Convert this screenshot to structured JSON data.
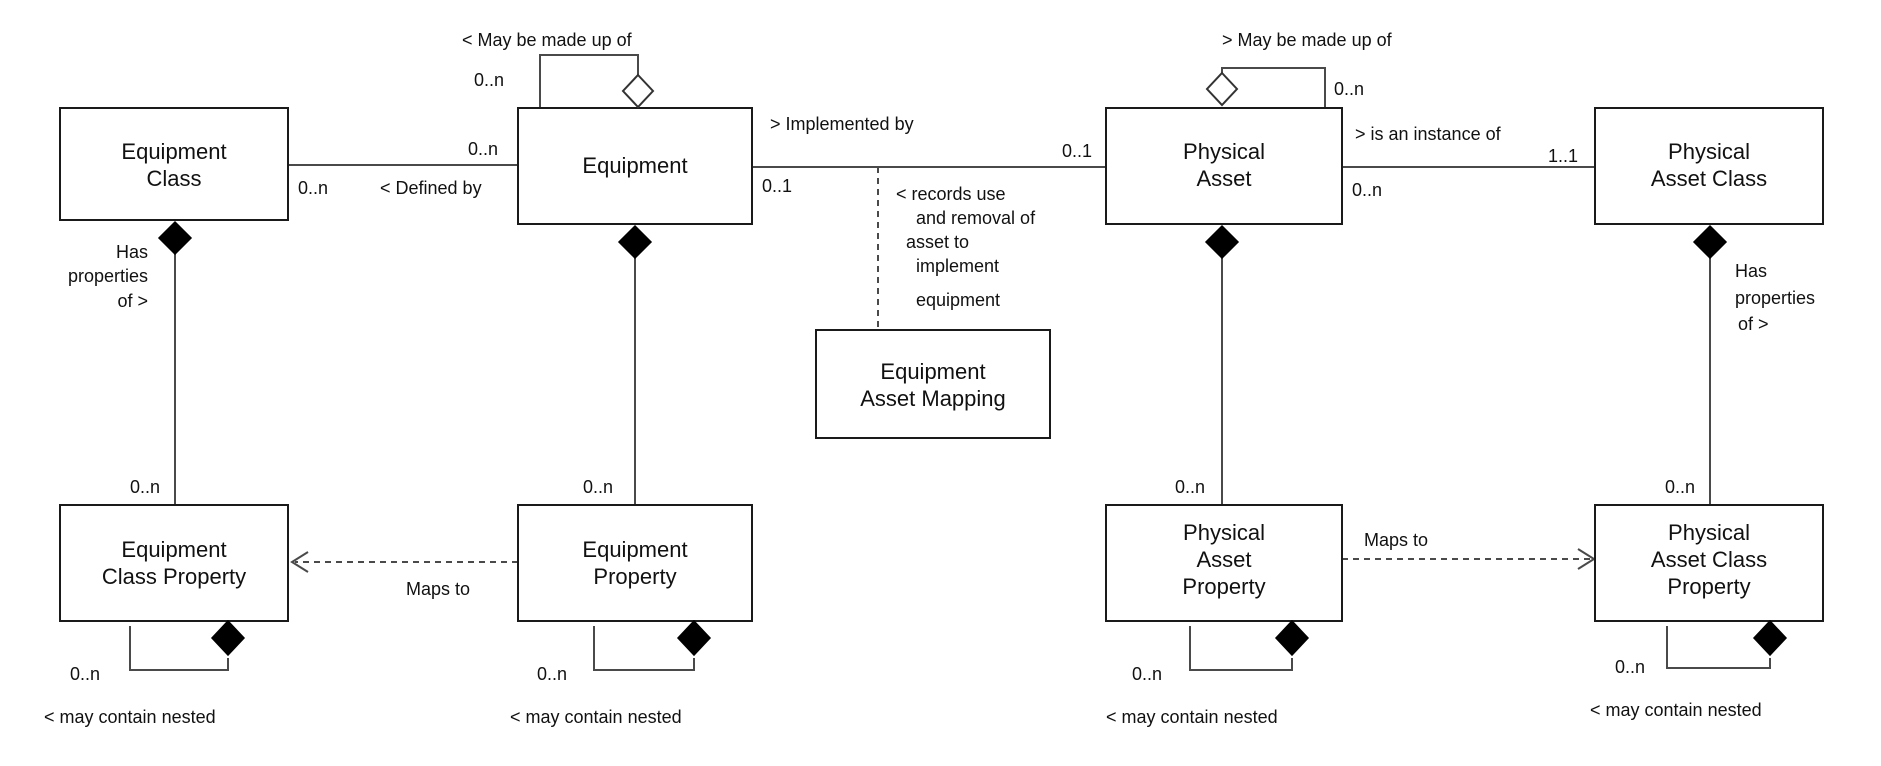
{
  "classes": {
    "equipment_class": [
      "Equipment",
      "Class"
    ],
    "equipment": [
      "Equipment"
    ],
    "equipment_asset_mapping": [
      "Equipment",
      "Asset Mapping"
    ],
    "physical_asset": [
      "Physical",
      "Asset"
    ],
    "physical_asset_class": [
      "Physical",
      "Asset Class"
    ],
    "equipment_class_property": [
      "Equipment",
      "Class Property"
    ],
    "equipment_property": [
      "Equipment",
      "Property"
    ],
    "physical_asset_property": [
      "Physical",
      "Asset",
      "Property"
    ],
    "physical_asset_class_property": [
      "Physical",
      "Asset Class",
      "Property"
    ]
  },
  "associations": {
    "equipment_made_up_of": {
      "label": "< May be made up of",
      "mult": "0..n"
    },
    "physical_asset_made_up_of": {
      "label": "> May be made up of",
      "mult": "0..n"
    },
    "defined_by": {
      "label": "< Defined by",
      "mult_class": "0..n",
      "mult_equipment": "0..n"
    },
    "implemented_by": {
      "label": "> Implemented by",
      "mult_equipment": "0..1",
      "mult_asset": "0..1"
    },
    "records_use": {
      "label": [
        "< records use",
        "and removal of",
        "asset to",
        "implement",
        "equipment"
      ]
    },
    "instance_of": {
      "label": "> is an instance of",
      "mult_asset": "0..n",
      "mult_class": "1..1"
    },
    "ec_has_properties": {
      "label": [
        "Has",
        "properties",
        "of >"
      ],
      "mult": "0..n"
    },
    "eq_properties": {
      "mult": "0..n"
    },
    "pa_properties": {
      "mult": "0..n"
    },
    "pac_has_properties": {
      "label": [
        "Has",
        "properties",
        "of >"
      ],
      "mult": "0..n"
    },
    "eq_maps_to": {
      "label": "Maps to"
    },
    "pa_maps_to": {
      "label": "Maps to"
    },
    "ecp_nested": {
      "label": "< may contain nested",
      "mult": "0..n"
    },
    "ep_nested": {
      "label": "< may contain nested",
      "mult": "0..n"
    },
    "pap_nested": {
      "label": "< may contain nested",
      "mult": "0..n"
    },
    "pacp_nested": {
      "label": "< may contain nested",
      "mult": "0..n"
    }
  }
}
